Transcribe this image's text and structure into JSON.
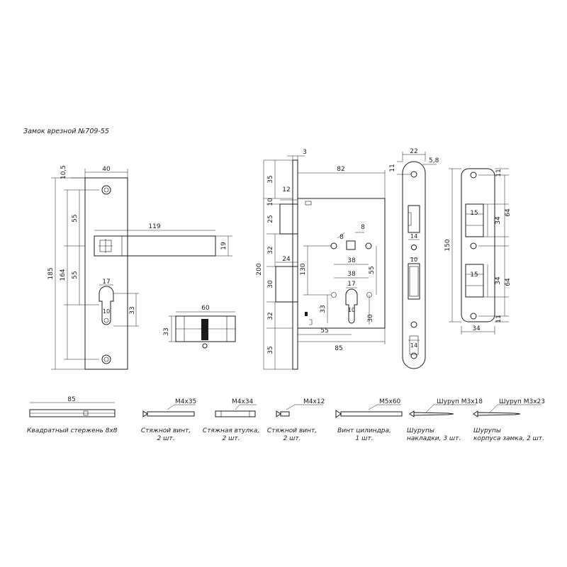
{
  "title": "Замок врезной №709-55",
  "handle_view": {
    "plate_width": "40",
    "offset_top": "10,5",
    "handle_length": "119",
    "handle_height": "19",
    "upper_spacing": "55",
    "overall_height": "185",
    "inner_height": "164",
    "lower_spacing": "55",
    "cyl_width": "17",
    "cyl_height": "33",
    "bore": "10"
  },
  "cylinder_view": {
    "length": "60",
    "height": "33"
  },
  "lock_body": {
    "faceplate_thickness": "3",
    "body_depth": "82",
    "top_offset": "35",
    "latch_width": "12",
    "latch_offset": "10",
    "latch_height": "25",
    "spindle_gap": "32",
    "bolt_depth": "24",
    "height": "200",
    "bolt_height": "30",
    "center_distance": "130",
    "screw_d1": "8",
    "spindle": "8",
    "hole_spacing_a": "38",
    "hole_spacing_b": "38",
    "right_height": "55",
    "cyl_width": "17",
    "cyl_height": "33",
    "cyl_bore": "10",
    "cyl_right": "30",
    "lower_gap": "32",
    "backset": "55",
    "depth_total": "85",
    "bottom_offset": "35"
  },
  "faceplate_view": {
    "width": "22",
    "thickness": "5,8",
    "top": "11",
    "slot_w": "14",
    "bore": "10",
    "bottom_w": "14"
  },
  "strike_view": {
    "top": "11",
    "opening_w1": "15",
    "opening_d1": "34",
    "height1": "64",
    "overall": "150",
    "opening_w2": "15",
    "opening_d2": "34",
    "height2": "64",
    "bottom": "11",
    "width": "34"
  },
  "accessories": [
    {
      "spec": "85",
      "caption": "Квадратный стержень 8х8"
    },
    {
      "spec": "М4х35",
      "caption": "Стяжной винт,\n2 шт."
    },
    {
      "spec": "М4х34",
      "caption": "Стяжная втулка,\n2 шт."
    },
    {
      "spec": "М4х12",
      "caption": "Стяжной винт,\n2 шт."
    },
    {
      "spec": "М5х60",
      "caption": "Винт цилиндра,\n1 шт."
    },
    {
      "spec": "Шуруп М3х18",
      "caption": "Шурупы\nнакладки, 3 шт."
    },
    {
      "spec": "Шуруп М3х23",
      "caption": "Шурупы\nкорпуса замка, 2 шт."
    }
  ]
}
